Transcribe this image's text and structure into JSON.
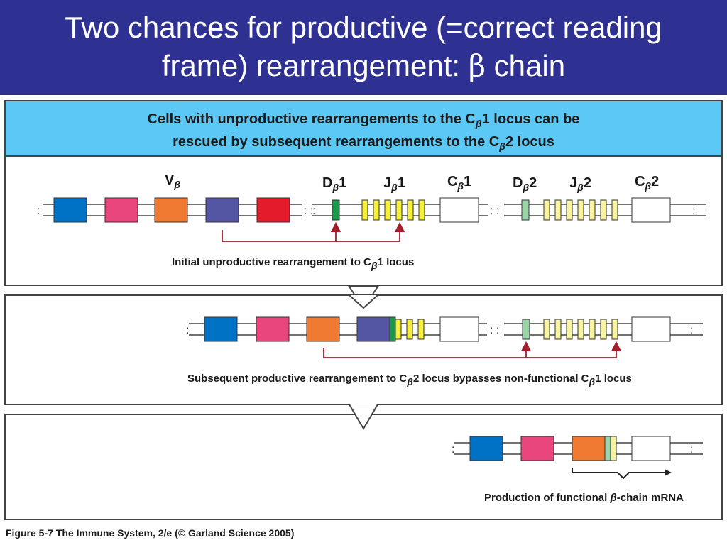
{
  "slide": {
    "title_line1": "Two chances for productive (=correct reading",
    "title_line2_pre": "frame) rearrangement: ",
    "title_beta": "β",
    "title_line2_post": " chain"
  },
  "header_box": {
    "line1_pre": "Cells with unproductive rearrangements to the C",
    "line1_sub": "β",
    "line1_post": "1 locus can be",
    "line2_pre": "rescued by subsequent rearrangements to the C",
    "line2_sub": "β",
    "line2_post": "2 locus"
  },
  "panel1": {
    "v_label": "V",
    "v_sub": "β",
    "d1_label_pre": "D",
    "d1_label_sub": "β",
    "d1_label_post": "1",
    "j1_label_pre": "J",
    "j1_label_sub": "β",
    "j1_label_post": "1",
    "c1_label_pre": "C",
    "c1_label_sub": "β",
    "c1_label_post": "1",
    "d2_label_pre": "D",
    "d2_label_sub": "β",
    "d2_label_post": "2",
    "j2_label_pre": "J",
    "j2_label_sub": "β",
    "j2_label_post": "2",
    "c2_label_pre": "C",
    "c2_label_sub": "β",
    "c2_label_post": "2",
    "caption_pre": "Initial unproductive rearrangement  to  C",
    "caption_sub": "β",
    "caption_post": "1 locus"
  },
  "panel2": {
    "caption_pre": "Subsequent productive rearrangement to C",
    "caption_sub1": "β",
    "caption_mid": "2 locus bypasses non-functional C",
    "caption_sub2": "β",
    "caption_post": "1 locus"
  },
  "panel3": {
    "caption_pre": "Production of functional ",
    "caption_beta": "β",
    "caption_post": "-chain mRNA"
  },
  "figure_credit": "Figure 5-7  The Immune System, 2/e (© Garland Science 2005)",
  "colors": {
    "title_bg": "#2e3192",
    "header_bg": "#5bc8f5",
    "v_segments": [
      "#0072c6",
      "#e8467c",
      "#f07a32",
      "#5456a4",
      "#e31b2b"
    ],
    "d1": "#1a9a48",
    "j1": "#f7f03a",
    "d2": "#9bd4a8",
    "j2": "#f7f3a0",
    "connector": "#a31d2b"
  }
}
